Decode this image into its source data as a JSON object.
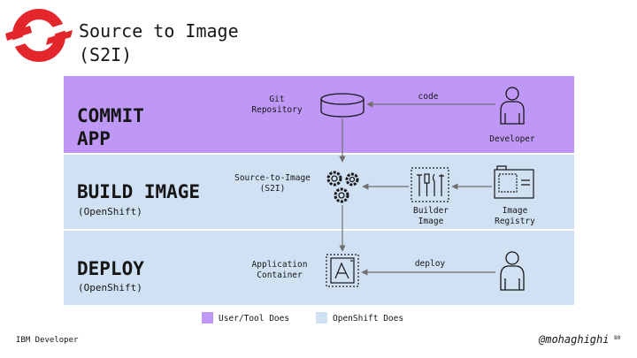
{
  "title": {
    "line1": "Source to Image",
    "line2": "(S2I)"
  },
  "colors": {
    "user_tool": "#bf98f7",
    "openshift": "#d0e1f3",
    "logo": "#e2262b",
    "arrow": "#6f6f6f"
  },
  "bands": {
    "commit": {
      "heading_line1": "COMMIT",
      "heading_line2": "APP"
    },
    "build": {
      "heading": "BUILD IMAGE",
      "subheading": "(OpenShift)"
    },
    "deploy": {
      "heading": "DEPLOY",
      "subheading": "(OpenShift)"
    }
  },
  "nodes": {
    "git_repository": {
      "line1": "Git",
      "line2": "Repository",
      "icon": "database-icon"
    },
    "developer_top": {
      "label": "Developer",
      "icon": "user-icon"
    },
    "s2i": {
      "line1": "Source-to-Image",
      "line2": "(S2I)",
      "icon": "gears-icon"
    },
    "builder_image": {
      "line1": "Builder",
      "line2": "Image",
      "icon": "tools-icon"
    },
    "image_registry": {
      "line1": "Image",
      "line2": "Registry",
      "icon": "registry-icon"
    },
    "application_container": {
      "line1": "Application",
      "line2": "Container",
      "icon": "app-container-icon"
    },
    "developer_bottom": {
      "icon": "user-icon"
    }
  },
  "edges": {
    "code": "code",
    "deploy": "deploy"
  },
  "legend": {
    "user_tool": "User/Tool Does",
    "openshift": "OpenShift Does"
  },
  "footer": {
    "brand": "IBM Developer",
    "handle": "@mohaghighi",
    "page": "80"
  }
}
